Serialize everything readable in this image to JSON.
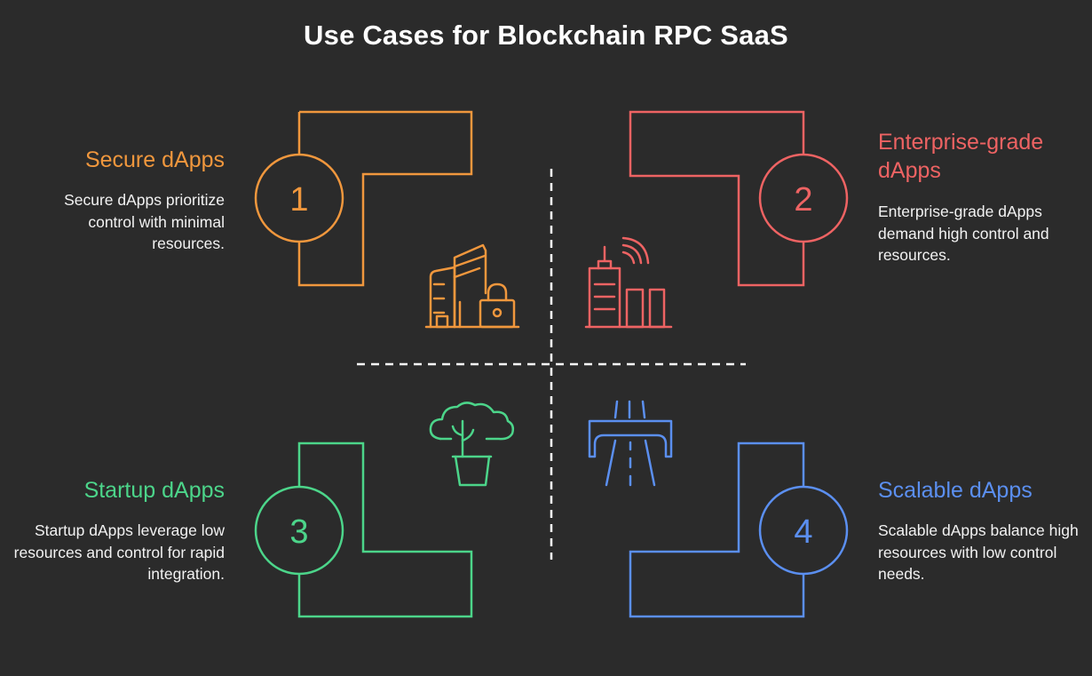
{
  "title": "Use Cases for Blockchain RPC SaaS",
  "colors": {
    "background": "#2b2b2b",
    "orange": "#f0973d",
    "red": "#ee6363",
    "green": "#4cd58a",
    "blue": "#5b8ff0"
  },
  "quadrants": [
    {
      "number": "1",
      "title": "Secure dApps",
      "description": "Secure dApps prioritize control with minimal resources.",
      "icon": "buildings-lock-icon",
      "color": "#f0973d"
    },
    {
      "number": "2",
      "title": "Enterprise-grade dApps",
      "description": "Enterprise-grade dApps demand high control and resources.",
      "icon": "skyscraper-signal-icon",
      "color": "#ee6363"
    },
    {
      "number": "3",
      "title": "Startup dApps",
      "description": "Startup dApps leverage low resources and control for rapid integration.",
      "icon": "potted-plant-icon",
      "color": "#4cd58a"
    },
    {
      "number": "4",
      "title": "Scalable dApps",
      "description": "Scalable dApps balance high resources with low control needs.",
      "icon": "highway-overpass-icon",
      "color": "#5b8ff0"
    }
  ]
}
